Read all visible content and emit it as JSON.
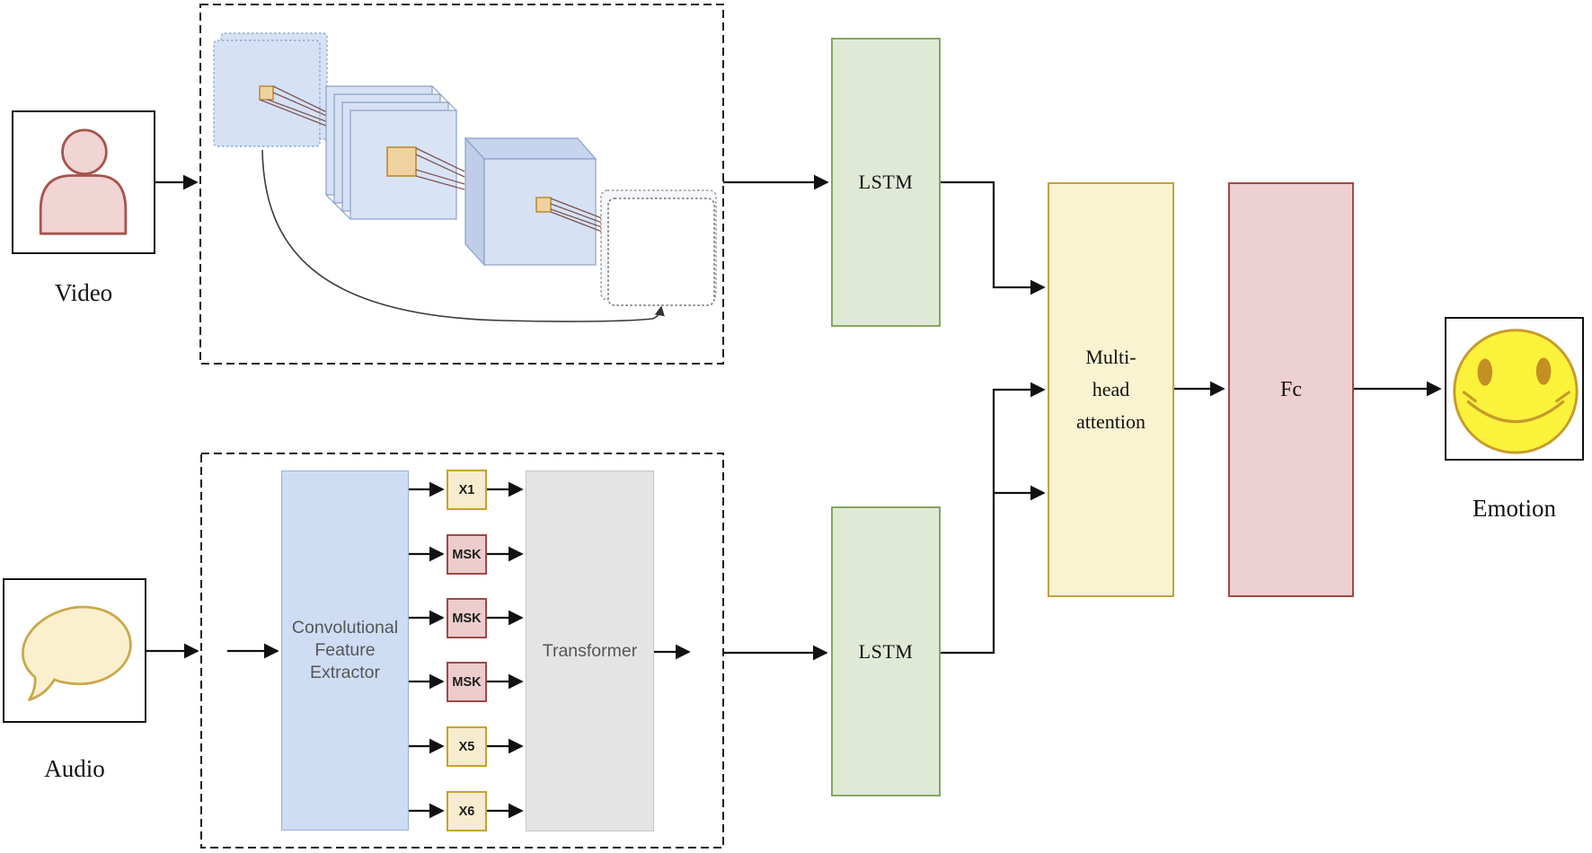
{
  "inputs": {
    "video": {
      "label": "Video",
      "icon": "person-icon"
    },
    "audio": {
      "label": "Audio",
      "icon": "speech-bubble-icon"
    }
  },
  "video_branch": {
    "cnn_box": "3d-cnn-feature-extraction-visual",
    "lstm_label": "LSTM"
  },
  "audio_branch": {
    "extractor_lines": [
      "Convolutional",
      "Feature",
      "Extractor"
    ],
    "tokens": [
      {
        "label": "X1",
        "type": "x"
      },
      {
        "label": "MSK",
        "type": "msk"
      },
      {
        "label": "MSK",
        "type": "msk"
      },
      {
        "label": "MSK",
        "type": "msk"
      },
      {
        "label": "X5",
        "type": "x"
      },
      {
        "label": "X6",
        "type": "x"
      }
    ],
    "transformer_label": "Transformer",
    "lstm_label": "LSTM"
  },
  "fusion": {
    "attention_lines": [
      "Multi-",
      "head",
      "attention"
    ],
    "fc_label": "Fc"
  },
  "output": {
    "label": "Emotion",
    "icon": "smiley-face-icon"
  },
  "colors": {
    "lstm_fill": "#dfe9d6",
    "lstm_border": "#85a760",
    "attention_fill": "#faf3d2",
    "attention_border": "#c2a23d",
    "fc_fill": "#edd0d1",
    "fc_border": "#a04a45",
    "extractor_fill": "#cedcf4",
    "extractor_border": "#9ab0d4",
    "transformer_fill": "#e4e4e4",
    "transformer_border": "#c6c6c6",
    "token_x_fill": "#f8ecd0",
    "token_x_border": "#c8a22a",
    "token_msk_fill": "#eccccd",
    "token_msk_border": "#9c4a48",
    "cnn_layer_fill": "#d6e1f5",
    "cnn_layer_border": "#8b9fc6",
    "kernel_fill": "#f0d2a0",
    "kernel_border": "#bb8a30",
    "person_icon_fill": "#f1d4d4",
    "person_icon_border": "#a5544d",
    "speech_icon_fill": "#faf0cd",
    "speech_icon_border": "#c9a84c",
    "smiley_fill": "#fbf23c",
    "smiley_stroke": "#c79b2a",
    "arrow_color": "#111111"
  }
}
